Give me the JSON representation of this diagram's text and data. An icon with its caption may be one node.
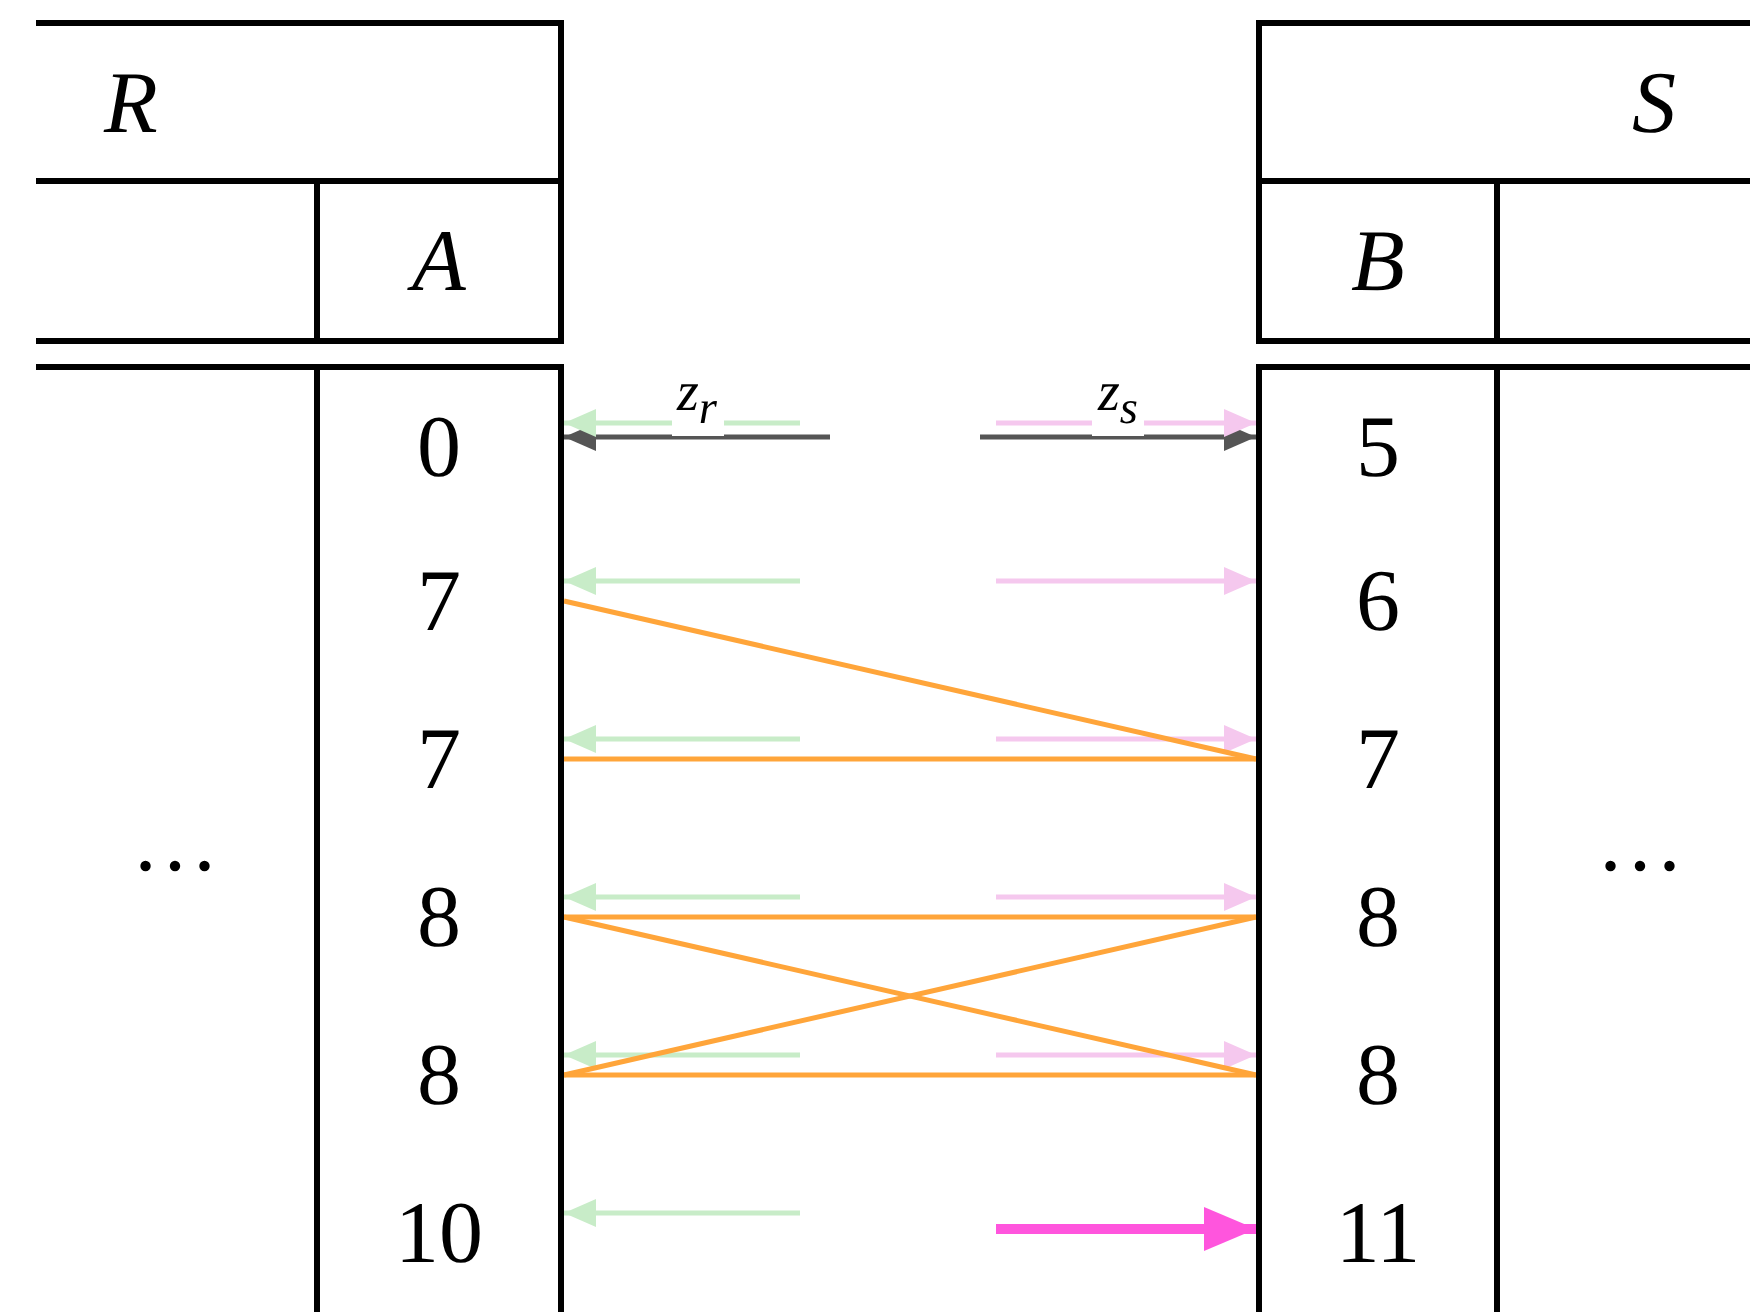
{
  "diagram": {
    "nodes": [
      {
        "text": [
          "R"
        ]
      },
      {
        "text": [],
        "shape": "box"
      },
      {
        "text": [
          "A"
        ]
      },
      {
        "text": [
          "…"
        ]
      },
      {
        "text": [
          "0"
        ]
      },
      {
        "text": [
          "7"
        ]
      },
      {
        "text": [
          "7"
        ]
      },
      {
        "text": [
          "8"
        ]
      },
      {
        "text": [
          "8"
        ]
      },
      {
        "text": [
          "10"
        ]
      },
      {
        "text": [
          "S"
        ]
      },
      {
        "text": [
          "B"
        ]
      },
      {
        "text": [],
        "shape": "box"
      },
      {
        "text": [
          "…"
        ]
      },
      {
        "text": [
          "5"
        ]
      },
      {
        "text": [
          "6"
        ]
      },
      {
        "text": [
          "7"
        ]
      },
      {
        "text": [
          "8"
        ]
      },
      {
        "text": [
          "8"
        ]
      },
      {
        "text": [
          "11"
        ]
      }
    ],
    "edges": [
      {
        "from": null,
        "to": 4,
        "arrow": "to",
        "label": "z$_{r}$",
        "color": "#555555"
      },
      {
        "from": null,
        "to": 14,
        "arrow": "to",
        "label": "z$_{s}$",
        "color": "#555555"
      },
      {
        "from": null,
        "to": 4,
        "arrow": "to",
        "color": "#c8ecc8"
      },
      {
        "from": null,
        "to": 5,
        "arrow": "to",
        "color": "#c8ecc8"
      },
      {
        "from": null,
        "to": 6,
        "arrow": "to",
        "color": "#c8ecc8"
      },
      {
        "from": null,
        "to": 7,
        "arrow": "to",
        "color": "#c8ecc8"
      },
      {
        "from": null,
        "to": 8,
        "arrow": "to",
        "color": "#c8ecc8"
      },
      {
        "from": null,
        "to": 9,
        "arrow": "to",
        "color": "#c8ecc8"
      },
      {
        "from": null,
        "to": 14,
        "arrow": "to",
        "color": "#f5c8ee"
      },
      {
        "from": null,
        "to": 15,
        "arrow": "to",
        "color": "#f5c8ee"
      },
      {
        "from": null,
        "to": 16,
        "arrow": "to",
        "color": "#f5c8ee"
      },
      {
        "from": null,
        "to": 17,
        "arrow": "to",
        "color": "#f5c8ee"
      },
      {
        "from": null,
        "to": 18,
        "arrow": "to",
        "color": "#f5c8ee"
      },
      {
        "from": null,
        "to": 19,
        "arrow": "to",
        "style": "thick",
        "color": "#ff55dd"
      },
      {
        "from": 5,
        "to": 16,
        "arrow": "none",
        "color": "#ffa53a"
      },
      {
        "from": 6,
        "to": 16,
        "arrow": "none",
        "color": "#ffa53a"
      },
      {
        "from": 7,
        "to": 17,
        "arrow": "none",
        "color": "#ffa53a"
      },
      {
        "from": 7,
        "to": 18,
        "arrow": "none",
        "color": "#ffa53a"
      },
      {
        "from": 8,
        "to": 17,
        "arrow": "none",
        "color": "#ffa53a"
      },
      {
        "from": 8,
        "to": 18,
        "arrow": "none",
        "color": "#ffa53a"
      }
    ]
  }
}
